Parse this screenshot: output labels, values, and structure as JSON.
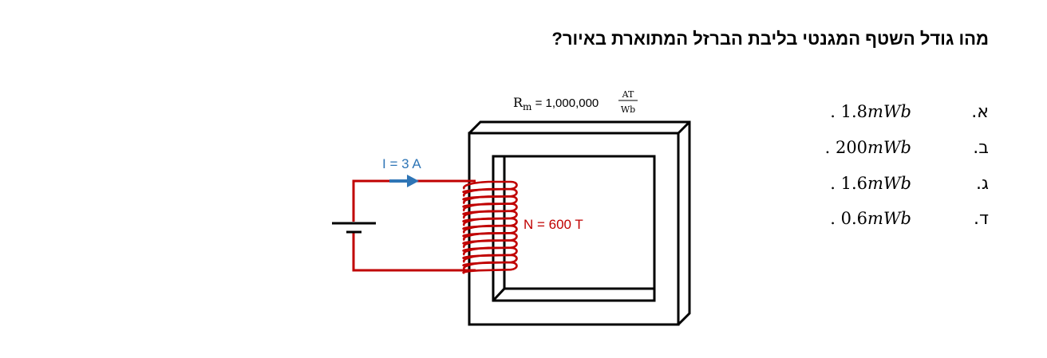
{
  "question": {
    "text": "מהו גודל השטף המגנטי בליבת הברזל המתוארת באיור?"
  },
  "figure": {
    "rm_label_prefix": "R",
    "rm_label_sub": "m",
    "rm_label_eq": " = 1,000,000",
    "rm_unit_num": "AT",
    "rm_unit_den": "Wb",
    "current_label": "I = 3 A",
    "turns_label": "N = 600 T",
    "colors": {
      "wire": "#c00000",
      "current": "#2e75b6",
      "core": "#000000"
    }
  },
  "options": [
    {
      "letter": "א.",
      "number": "1.8",
      "unit": "mWb",
      "prefix": ".  "
    },
    {
      "letter": "ב.",
      "number": "200",
      "unit": "mWb",
      "prefix": ". "
    },
    {
      "letter": "ג.",
      "number": "1.6",
      "unit": "mWb",
      "prefix": ". "
    },
    {
      "letter": "ד.",
      "number": "0.6",
      "unit": "mWb",
      "prefix": ". "
    }
  ]
}
